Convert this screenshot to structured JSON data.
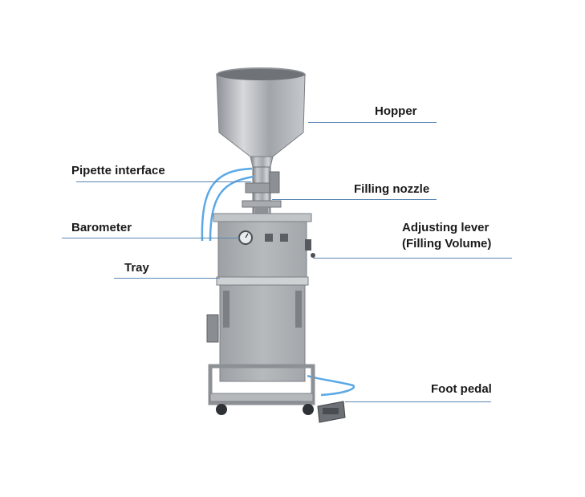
{
  "labels": {
    "hopper": "Hopper",
    "pipette_interface": "Pipette interface",
    "filling_nozzle": "Filling nozzle",
    "barometer": "Barometer",
    "adjusting_lever_line1": "Adjusting lever",
    "adjusting_lever_line2": "(Filling Volume)",
    "tray": "Tray",
    "foot_pedal": "Foot pedal"
  },
  "colors": {
    "leader_line": "#5b86b2",
    "steel": "#a9adb1",
    "hose": "#5aa9e6",
    "background": "#ffffff"
  }
}
